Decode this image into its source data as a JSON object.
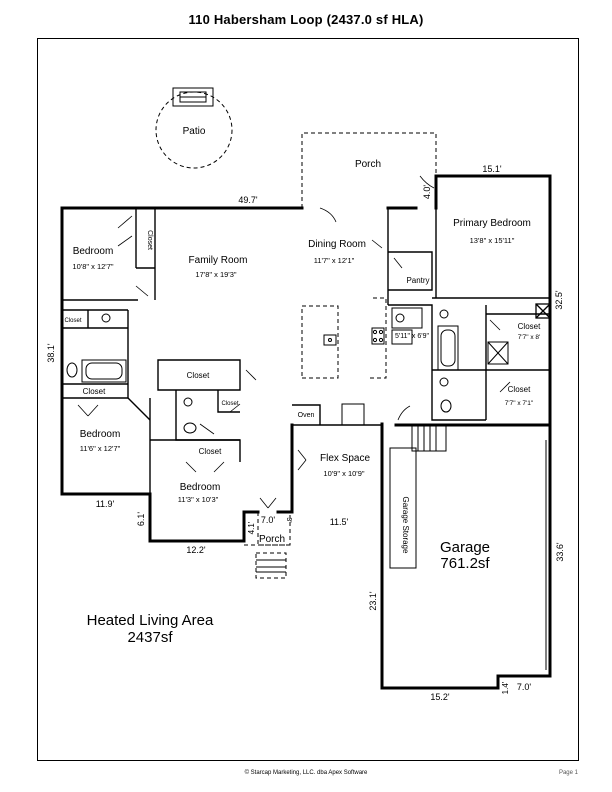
{
  "title": "110 Habersham Loop (2437.0 sf HLA)",
  "footer": {
    "copyright": "© Starcap Marketing, LLC. dba Apex Software",
    "page": "Page 1"
  },
  "heated_area": {
    "label": "Heated Living Area",
    "value": "2437sf"
  },
  "garage": {
    "label": "Garage",
    "area": "761.2sf",
    "storage_label": "Garage Storage"
  },
  "rooms": {
    "patio": {
      "label": "Patio"
    },
    "porch_rear": {
      "label": "Porch"
    },
    "porch_front": {
      "label": "Porch"
    },
    "family_room": {
      "label": "Family Room",
      "dims": "17'8\" x 19'3\""
    },
    "dining_room": {
      "label": "Dining Room",
      "dims": "11'7\" x 12'1\""
    },
    "primary_bedroom": {
      "label": "Primary Bedroom",
      "dims": "13'8\" x 15'11\""
    },
    "bedroom_1": {
      "label": "Bedroom",
      "dims": "10'8\" x 12'7\""
    },
    "bedroom_2": {
      "label": "Bedroom",
      "dims": "11'6\" x 12'7\""
    },
    "bedroom_3": {
      "label": "Bedroom",
      "dims": "11'3\" x 10'3\""
    },
    "flex_space": {
      "label": "Flex Space",
      "dims": "10'9\" x 10'9\""
    },
    "pantry": {
      "label": "Pantry"
    },
    "laundry": {
      "dims": "5'11\" x 6'9\""
    },
    "closet_primary_1": {
      "label": "Closet",
      "dims": "7'7\" x 8'"
    },
    "closet_primary_2": {
      "label": "Closet",
      "dims": "7'7\" x 7'1\""
    },
    "closet_bed1": {
      "label": "Closet"
    },
    "closet_bath": {
      "label": "Closet"
    },
    "closet_bed2": {
      "label": "Closet"
    },
    "closet_hall": {
      "label": "Closet"
    },
    "closet_small": {
      "label": "Closet"
    },
    "closet_bed3": {
      "label": "Closet"
    },
    "oven": {
      "label": "Oven"
    }
  },
  "dimensions": {
    "top_main": "49.7'",
    "top_primary": "15.1'",
    "porch_offset": "4.0'",
    "right_primary": "32.5'",
    "left_main": "38.1'",
    "bottom_bed2": "11.9'",
    "left_step": "6.1'",
    "bottom_bed3": "12.2'",
    "porch_width": "7.0'",
    "porch_depth": "4.1'",
    "porch_small": "3'",
    "flex_bottom": "11.5'",
    "garage_right": "33.6'",
    "garage_left": "23.1'",
    "garage_bottom": "15.2'",
    "garage_step": "1.4'",
    "garage_bottom_right": "7.0'"
  }
}
